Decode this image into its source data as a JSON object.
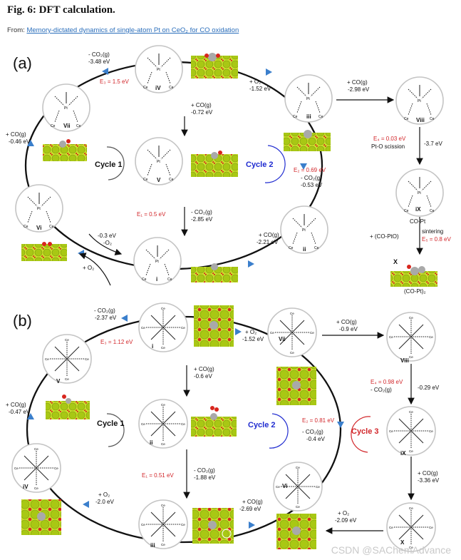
{
  "header": {
    "title": "Fig. 6: DFT calculation.",
    "from_prefix": "From:",
    "source_link": "Memory-dictated dynamics of single-atom Pt on CeO₂ for CO oxidation"
  },
  "panel_a": {
    "label": "(a)",
    "nodes": {
      "i": "i",
      "ii": "ii",
      "iii": "iii",
      "iv": "iV",
      "v": "V",
      "vi": "Vi",
      "vii": "Vii",
      "viii": "Viii",
      "ix": "iX",
      "x": "X"
    },
    "steps": {
      "s1a": "+ CO(g)",
      "s1b": "-2.21 eV",
      "e2": "E₂ = 0.69 eV",
      "s2a": "- CO₂(g)",
      "s2b": "-0.53 eV",
      "s3a": "+ O₂",
      "s3b": "-1.52 eV",
      "s4a": "- CO₂(g)",
      "s4b": "-3.48 eV",
      "e3": "E₃ = 1.5 eV",
      "s5a": "+ CO(g)",
      "s5b": "-0.46 eV",
      "s6a": "-0.3 eV",
      "s6b": "-O₂",
      "s6c": "+ O₂",
      "s7a": "+ CO(g)",
      "s7b": "-0.72 eV",
      "e1": "E₁ = 0.5 eV",
      "s8a": "- CO₂(g)",
      "s8b": "-2.85 eV",
      "s9a": "+ CO(g)",
      "s9b": "-2.98 eV",
      "e4": "E₄ = 0.03 eV",
      "s10a": "Pt-O scission",
      "s10b": "-3.7 eV",
      "coPt": "CO-Pt",
      "coPtO": "+ (CO-PtO)",
      "sinter": "sintering",
      "e5": "E₅ = 0.8 eV",
      "coPt2": "(CO-Pt)₂"
    },
    "cycles": {
      "c1": "Cycle 1",
      "c2": "Cycle 2"
    }
  },
  "panel_b": {
    "label": "(b)",
    "nodes": {
      "i": "i",
      "ii": "ii",
      "iii": "iii",
      "iv": "iV",
      "v": "V",
      "vi": "Vi",
      "vii": "Vii",
      "viii": "Viii",
      "ix": "iX",
      "x": "X"
    },
    "steps": {
      "s1a": "- CO₂(g)",
      "s1b": "-2.37 eV",
      "e3": "E₃ = 1.12 eV",
      "s2a": "+ O₂",
      "s2b": "-1.52 eV",
      "s3a": "+ CO(g)",
      "s3b": "-0.9 eV",
      "s4a": "+ CO(g)",
      "s4b": "-0.47 eV",
      "s5a": "+ CO(g)",
      "s5b": "-0.6 eV",
      "e1": "E₁ = 0.51 eV",
      "s6a": "- CO₂(g)",
      "s6b": "-1.88 eV",
      "e2": "E₂ = 0.81 eV",
      "s7a": "- CO₂(g)",
      "s7b": "-0.4 eV",
      "e4": "E₄ = 0.98 eV",
      "s8a": "- CO₂(g)",
      "s8b": "-0.29 eV",
      "s9a": "+ CO(g)",
      "s9b": "-3.36 eV",
      "s10a": "+ CO(g)",
      "s10b": "-2.69 eV",
      "s11a": "+ O₂",
      "s11b": "-2.0 eV",
      "s12a": "+ O₂",
      "s12b": "-2.09 eV"
    },
    "cycles": {
      "c1": "Cycle 1",
      "c2": "Cycle 2",
      "c3": "Cycle 3"
    }
  },
  "watermark": "CSDN @SAChemAdvance",
  "colors": {
    "ce": "#a8c814",
    "o": "#d8261e",
    "pt": "#a9a9a9",
    "red": "#d2262a",
    "blue": "#1f2bd0",
    "arrow": "#3b7fcc"
  }
}
